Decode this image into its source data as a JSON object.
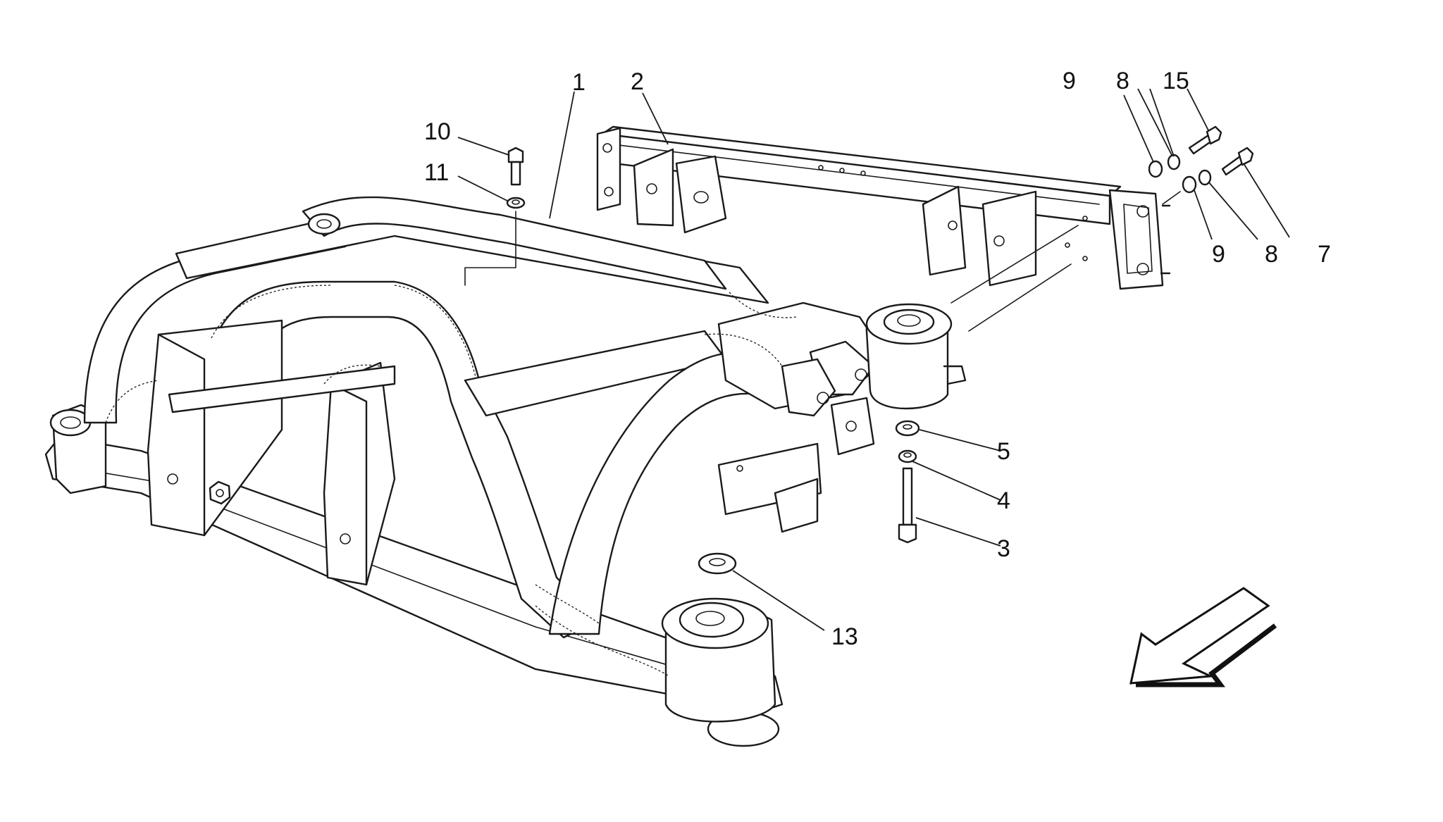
{
  "callouts": {
    "c1": "1",
    "c2": "2",
    "c3": "3",
    "c4": "4",
    "c5": "5",
    "c7": "7",
    "c8_top": "8",
    "c8_bottom": "8",
    "c9_top": "9",
    "c9_bottom": "9",
    "c10": "10",
    "c11": "11",
    "c13": "13",
    "c15": "15"
  }
}
